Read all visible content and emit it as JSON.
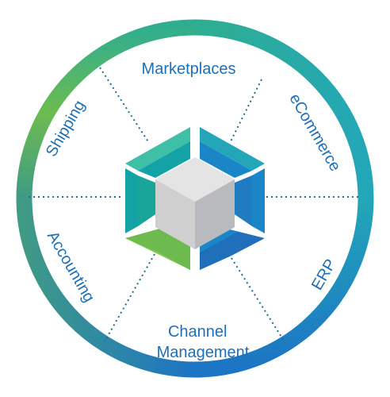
{
  "segments": [
    {
      "key": "marketplaces",
      "lines": [
        "Marketplaces"
      ]
    },
    {
      "key": "ecommerce",
      "lines": [
        "eCommerce"
      ]
    },
    {
      "key": "erp",
      "lines": [
        "ERP"
      ]
    },
    {
      "key": "channel_management",
      "lines": [
        "Channel",
        "Management"
      ]
    },
    {
      "key": "accounting",
      "lines": [
        "Accounting"
      ]
    },
    {
      "key": "shipping",
      "lines": [
        "Shipping"
      ]
    }
  ],
  "colors": {
    "label": "#1d6fb8",
    "ring_top_left": "#2fae8f",
    "ring_top_right": "#23a7b8",
    "ring_right": "#1f9ccf",
    "ring_bottom_right": "#1c74c4",
    "ring_bottom_left": "#3f9a86",
    "ring_left": "#6dbb4f",
    "divider": "#1e6d92",
    "cube_top": "#e4e4e4",
    "cube_left": "#cfcfcf",
    "cube_right": "#b8babd",
    "hex_teal_light": "#3fbfa5",
    "hex_teal": "#13a3a6",
    "hex_blue": "#1a86c8",
    "hex_blue_dark": "#1f6fbb",
    "hex_green": "#6dbb4f",
    "hex_green_light": "#86c85a"
  }
}
